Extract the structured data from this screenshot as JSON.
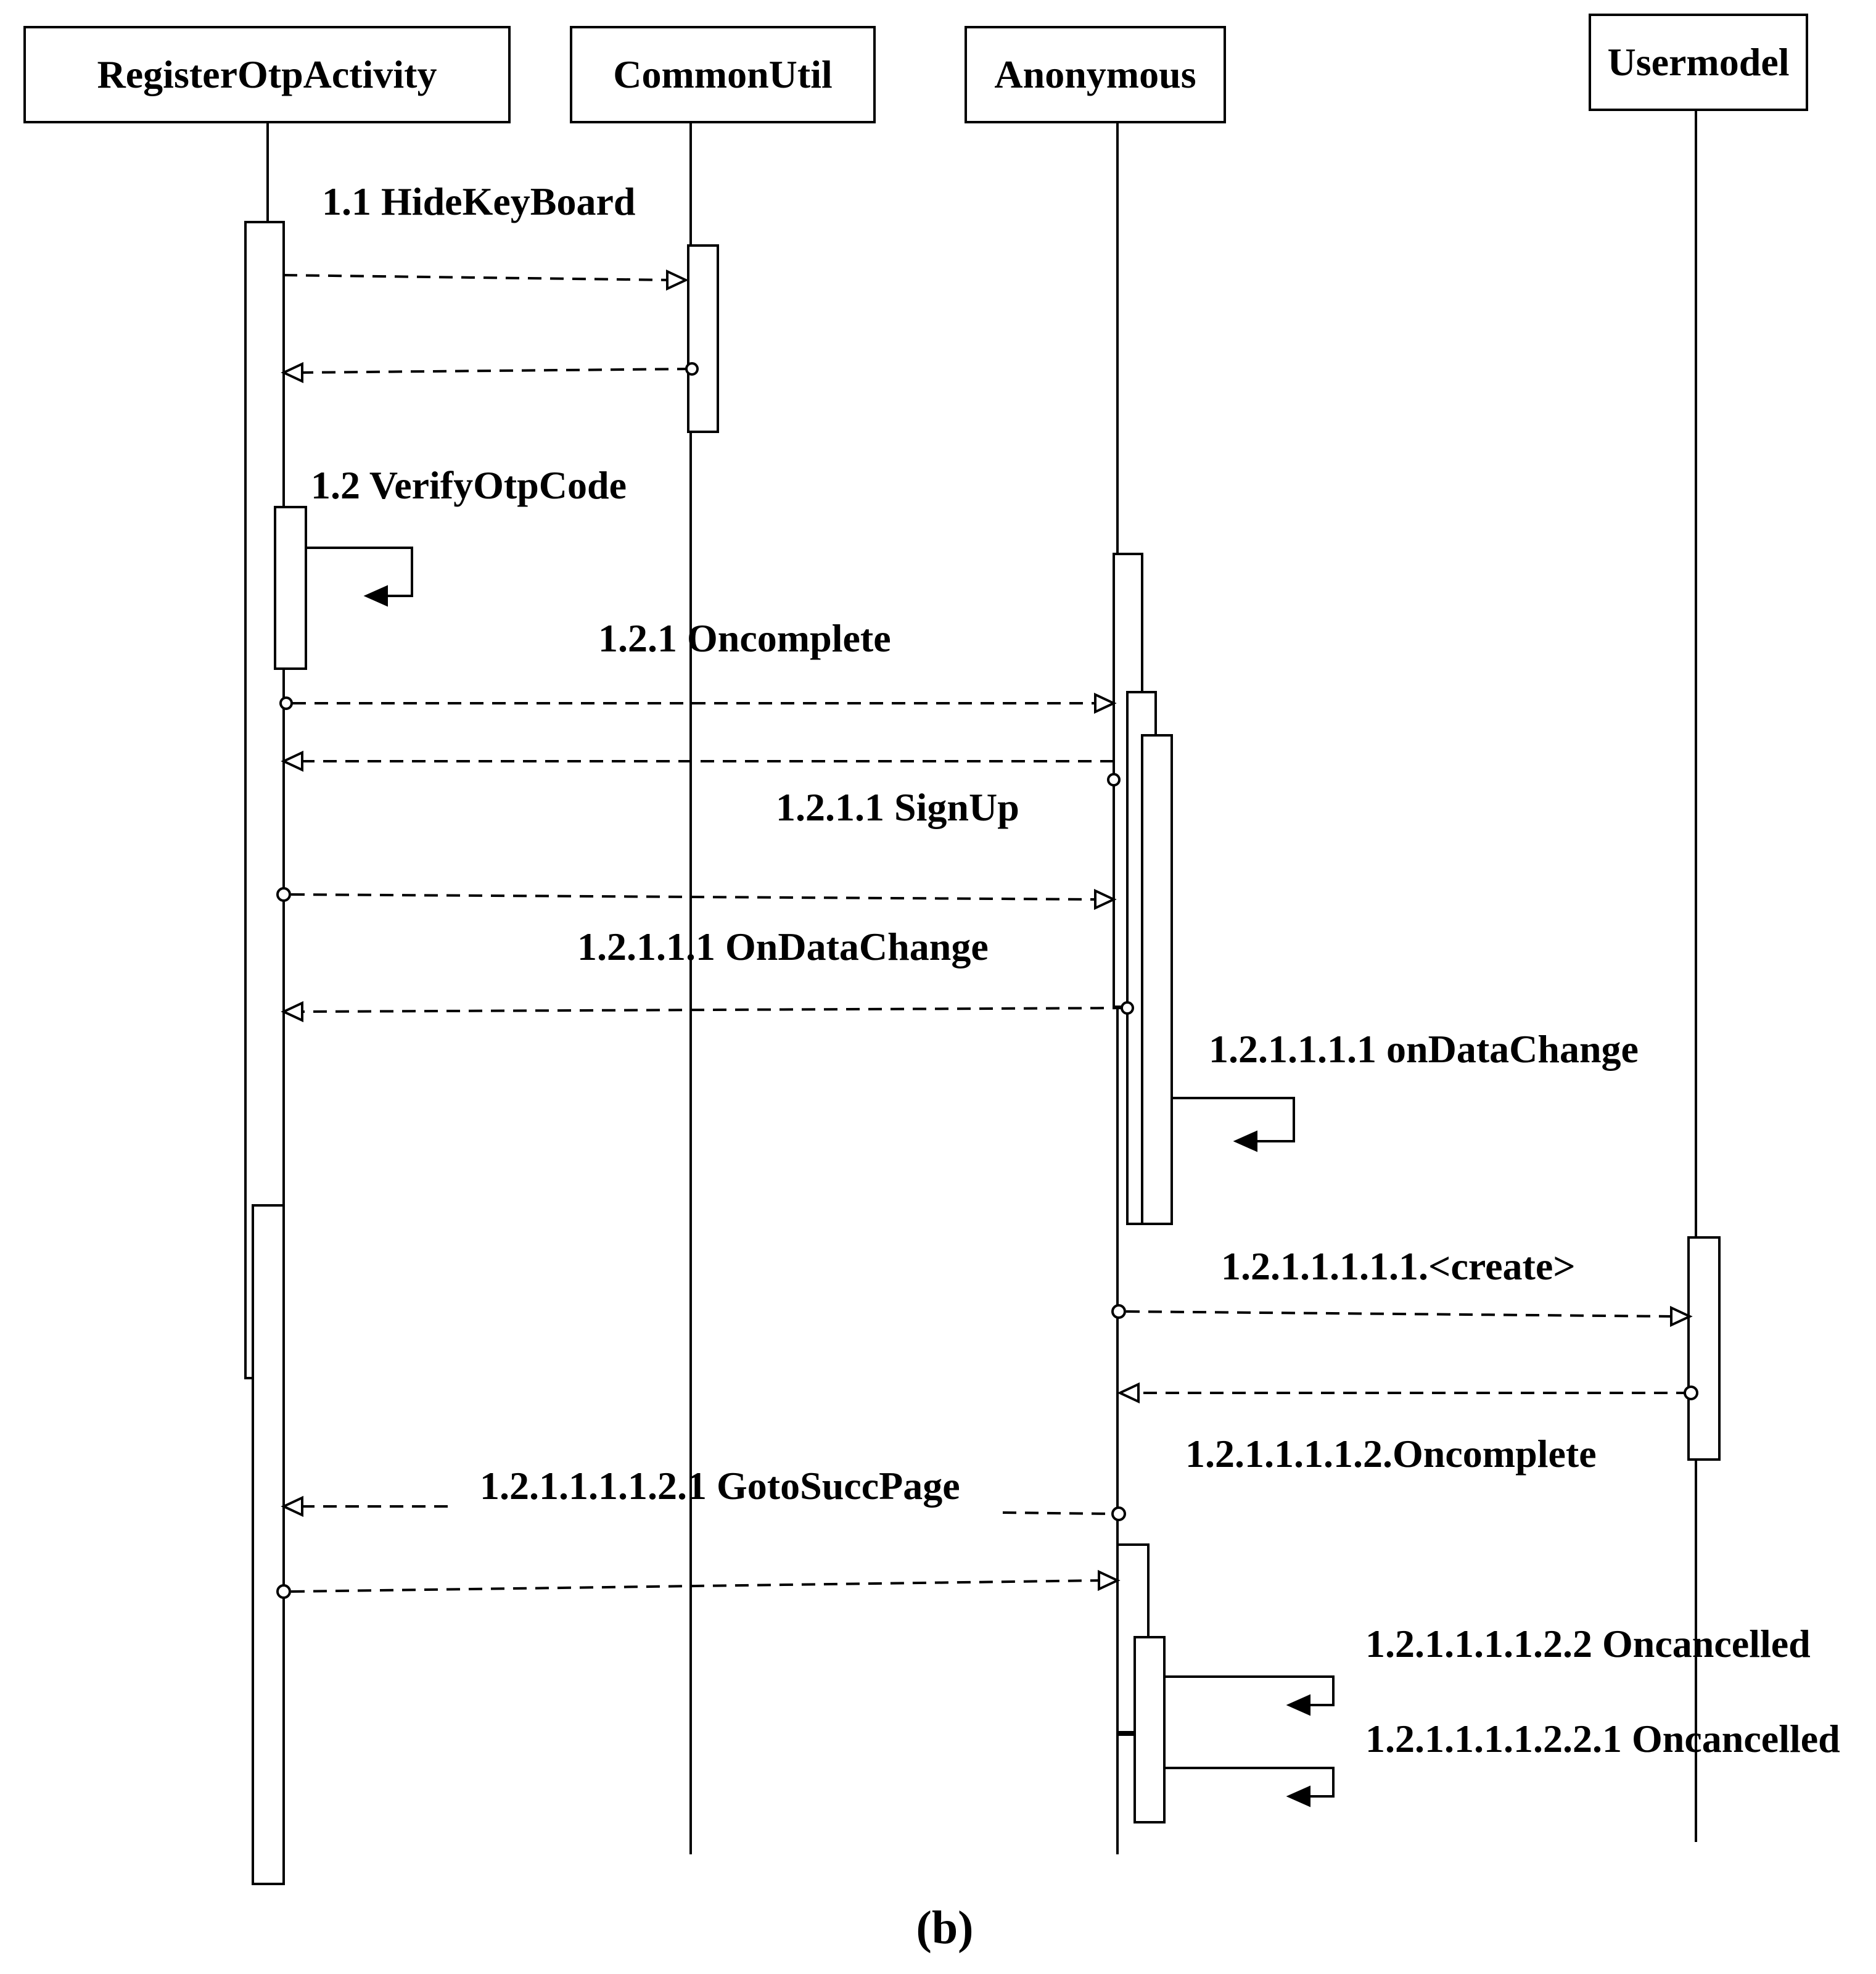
{
  "participants": [
    {
      "id": "p1",
      "name": "RegisterOtpActivity"
    },
    {
      "id": "p2",
      "name": "CommonUtil"
    },
    {
      "id": "p3",
      "name": "Anonymous"
    },
    {
      "id": "p4",
      "name": "Usermodel"
    }
  ],
  "messages": {
    "m1": "1.1 HideKeyBoard",
    "m2": "1.2 VerifyOtpCode",
    "m3": "1.2.1 Oncomplete",
    "m4": "1.2.1.1 SignUp",
    "m5": "1.2.1.1.1  OnDataChange",
    "m6": "1.2.1.1.1.1 onDataChange",
    "m7": "1.2.1.1.1.1.1.<create>",
    "m8": "1.2.1.1.1.1.2.Oncomplete",
    "m9": "1.2.1.1.1.1.2.1 GotoSuccPage",
    "m10": "1.2.1.1.1.1.2.2 Oncancelled",
    "m11": "1.2.1.1.1.1.2.2.1 Oncancelled"
  },
  "caption": "(b)"
}
